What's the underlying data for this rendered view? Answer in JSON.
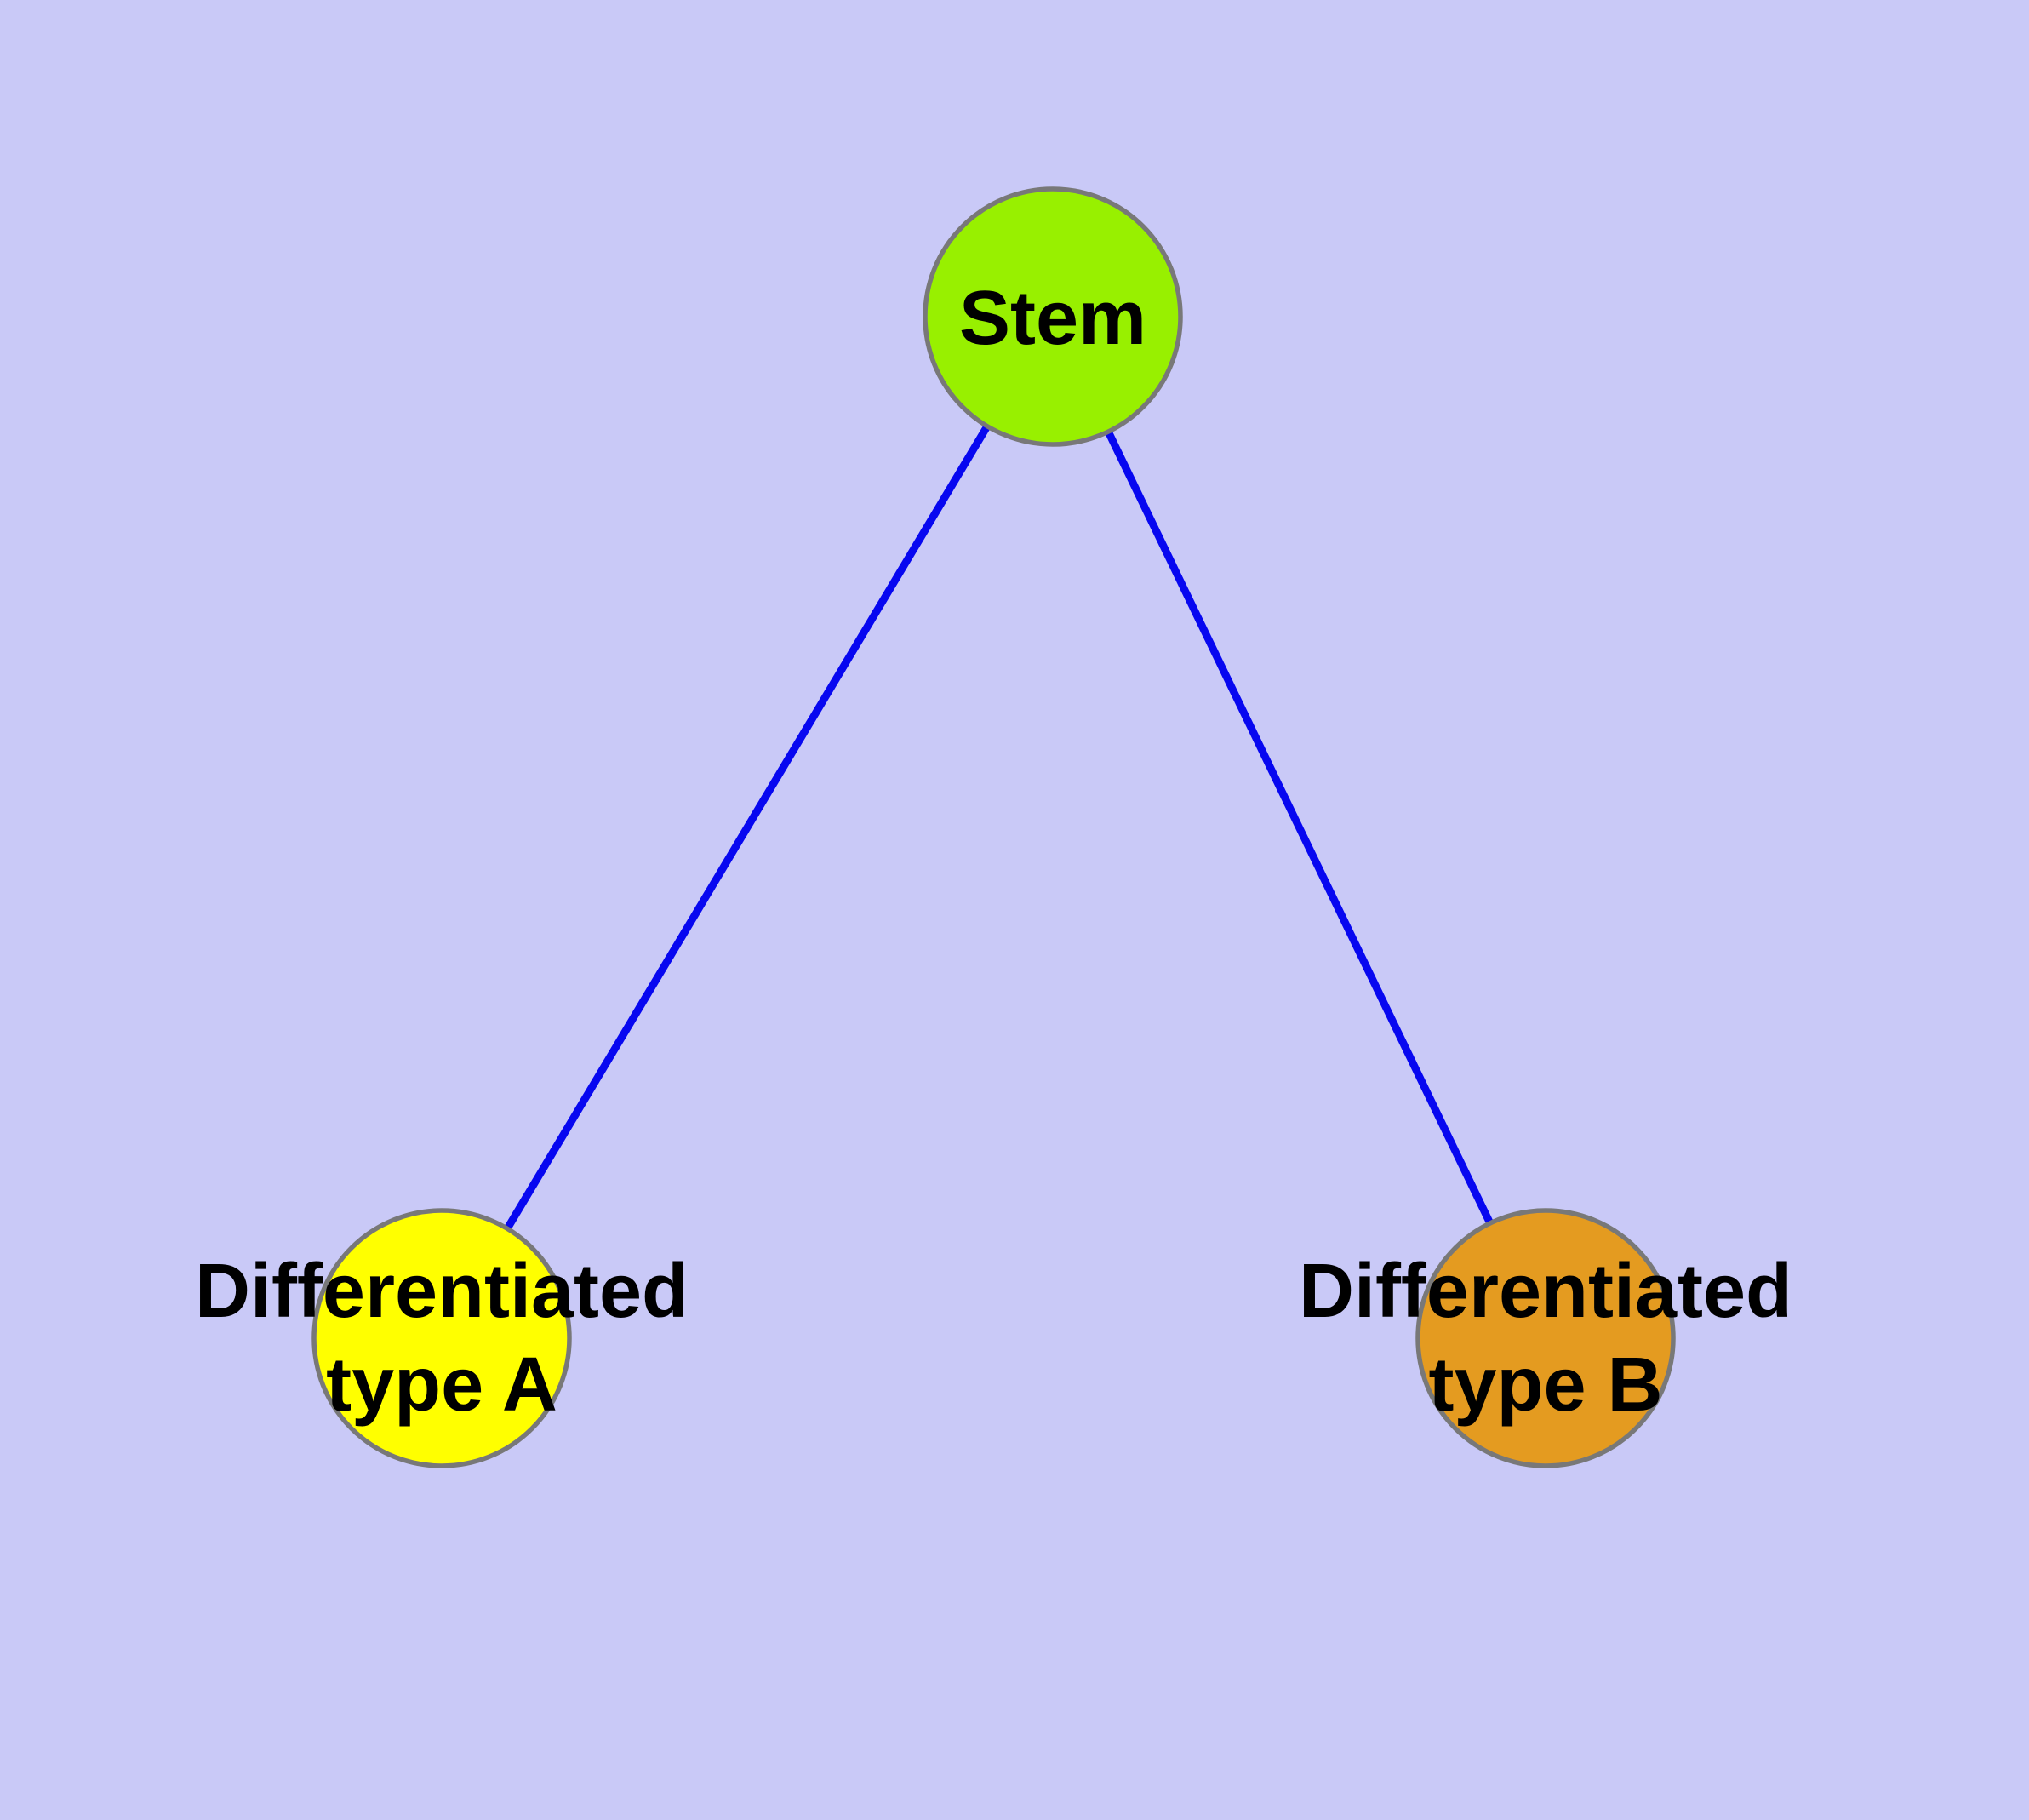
{
  "diagram": {
    "type": "graph",
    "colors": {
      "background": "#C9C9F7",
      "edge": "#0707F0",
      "node_border": "#787878",
      "label": "#000000"
    },
    "nodes": [
      {
        "id": "stem",
        "label": "Stem",
        "fill": "#98F000"
      },
      {
        "id": "differentiated-type-a",
        "label_line1": "Differentiated",
        "label_line2": "type A",
        "fill": "#FFFF00"
      },
      {
        "id": "differentiated-type-b",
        "label_line1": "Differentiated",
        "label_line2": "type B",
        "fill": "#E49B20"
      }
    ],
    "edges": [
      {
        "from": "Stem",
        "to": "Differentiated type A"
      },
      {
        "from": "Stem",
        "to": "Differentiated type B"
      }
    ]
  }
}
